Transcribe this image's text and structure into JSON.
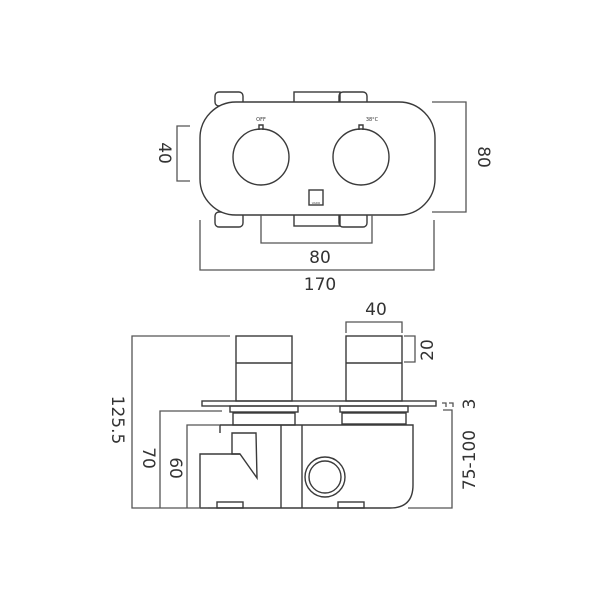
{
  "top_view": {
    "knob_left_label": "OFF",
    "knob_right_label": "38°C",
    "logo_label": "VADO",
    "dim_knob_diameter": "40",
    "dim_height": "80",
    "dim_box_width": "80",
    "dim_plate_width": "170"
  },
  "side_view": {
    "dim_knob_width": "40",
    "dim_knob_depth": "20",
    "dim_total_depth": "125.5",
    "dim_depth_70": "70",
    "dim_depth_60": "60",
    "dim_plate_thickness": "3",
    "dim_wall_range": "75-100"
  }
}
